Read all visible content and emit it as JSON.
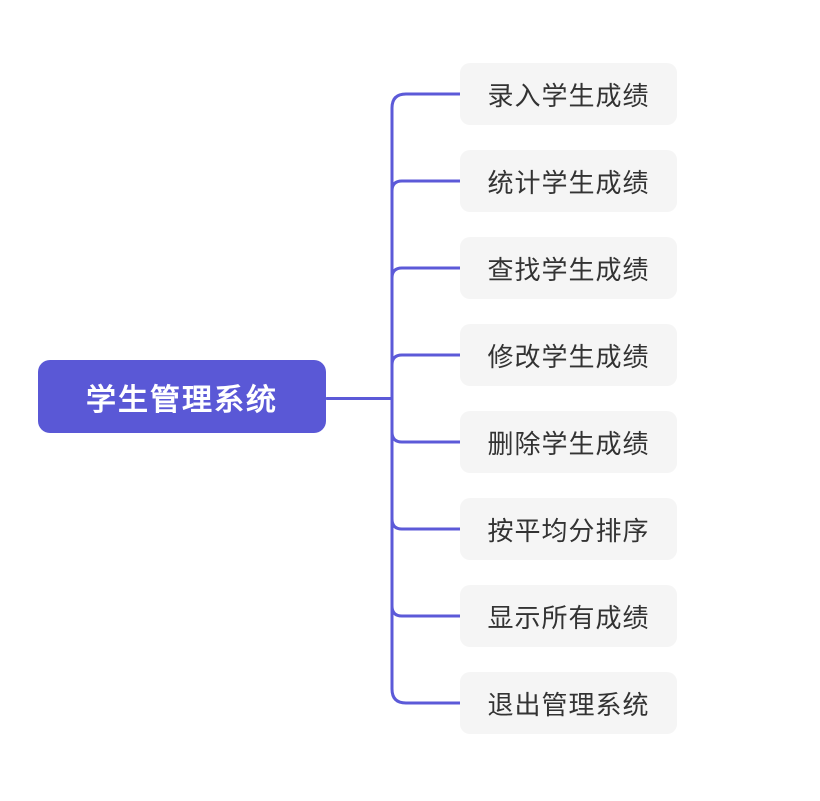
{
  "diagram": {
    "type": "mindmap",
    "root": {
      "label": "学生管理系统"
    },
    "children": [
      {
        "label": "录入学生成绩"
      },
      {
        "label": "统计学生成绩"
      },
      {
        "label": "查找学生成绩"
      },
      {
        "label": "修改学生成绩"
      },
      {
        "label": "删除学生成绩"
      },
      {
        "label": "按平均分排序"
      },
      {
        "label": "显示所有成绩"
      },
      {
        "label": "退出管理系统"
      }
    ]
  },
  "colors": {
    "canvas_bg": "#ffffff",
    "root_bg": "#5a58d6",
    "root_text": "#ffffff",
    "child_bg": "#f5f5f5",
    "child_text": "#333333",
    "connector": "#5c5ad8"
  }
}
